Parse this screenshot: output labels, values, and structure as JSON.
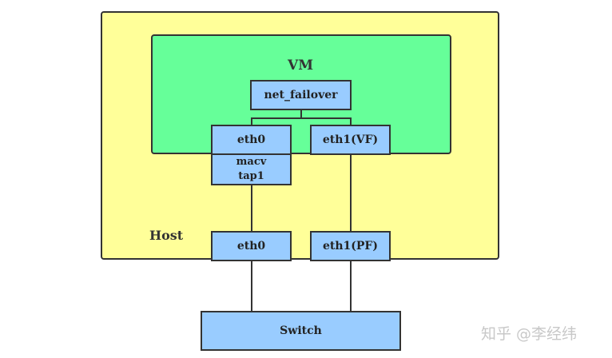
{
  "diagram": {
    "vm_label": "VM",
    "host_label": "Host",
    "net_failover": "net_failover",
    "vm_eth0": "eth0",
    "vm_eth1": "eth1(VF)",
    "macvtap_line1": "macv",
    "macvtap_line2": "tap1",
    "host_eth0": "eth0",
    "host_eth1": "eth1(PF)",
    "switch": "Switch"
  },
  "watermark": "知乎 @李经纬",
  "colors": {
    "host_fill": "#ffff99",
    "vm_fill": "#66ff99",
    "box_fill": "#99ccff",
    "stroke": "#333333"
  }
}
